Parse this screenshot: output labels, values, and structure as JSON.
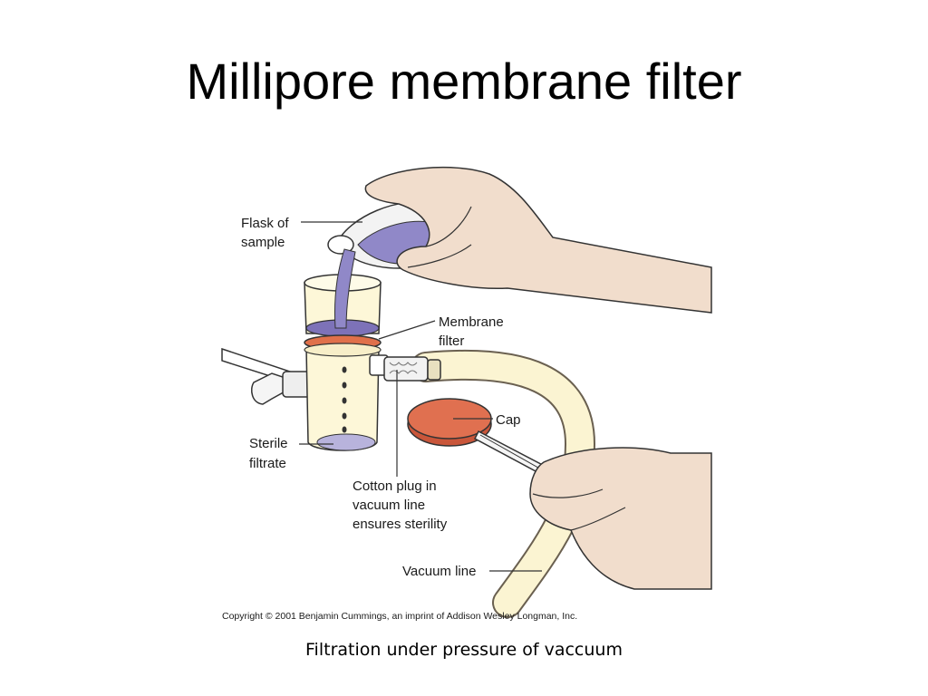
{
  "title": "Millipore membrane filter",
  "labels": {
    "flask_line1": "Flask of",
    "flask_line2": "sample",
    "membrane_line1": "Membrane",
    "membrane_line2": "filter",
    "cap": "Cap",
    "sterile_line1": "Sterile",
    "sterile_line2": "filtrate",
    "cotton_line1": "Cotton plug in",
    "cotton_line2": "vacuum line",
    "cotton_line3": "ensures sterility",
    "vacuum": "Vacuum line"
  },
  "copyright": "Copyright © 2001 Benjamin Cummings, an imprint of Addison Wesley Longman, Inc.",
  "caption": "Filtration under pressure of vaccuum",
  "colors": {
    "skin": "#f1ddcc",
    "liquid": "#9088c8",
    "membrane": "#e0704a",
    "tube": "#fbf4d2",
    "glass": "#fdf7d8"
  }
}
